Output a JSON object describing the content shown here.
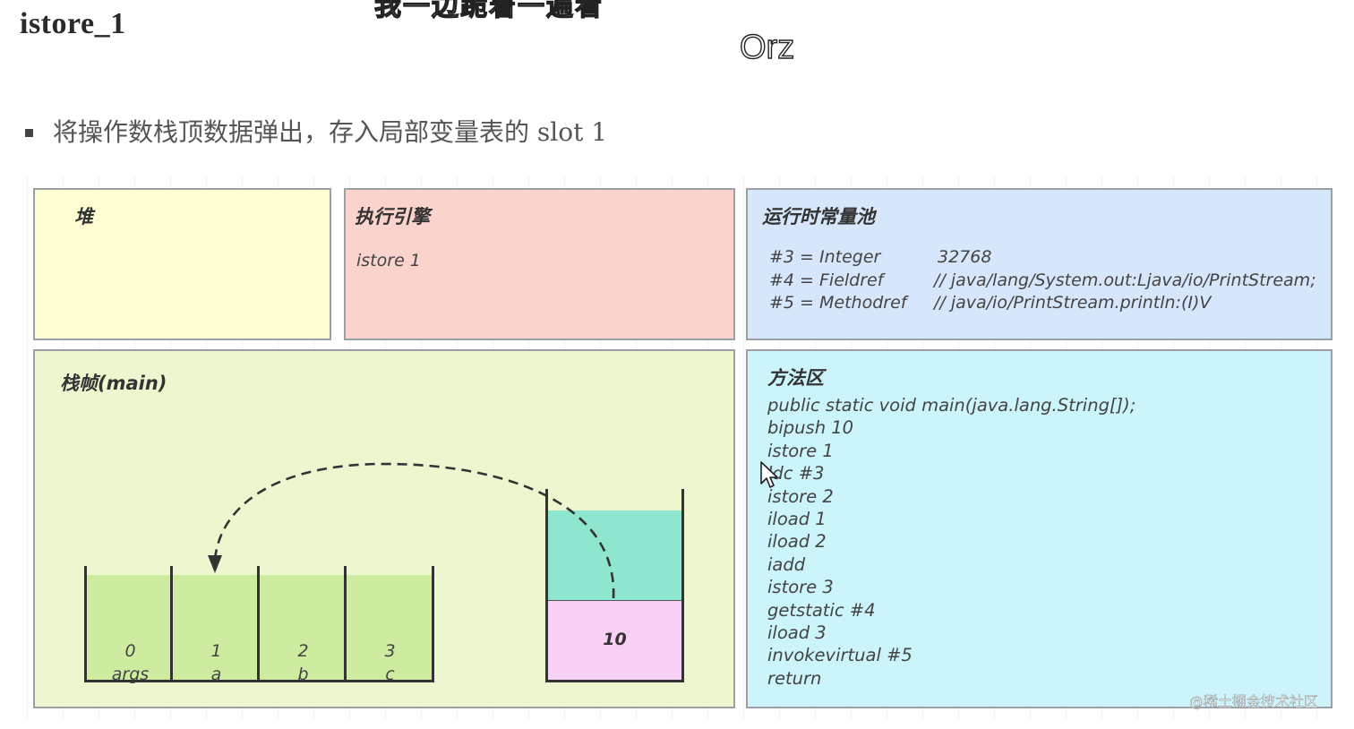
{
  "slide": {
    "title": "istore_1",
    "bullet": "将操作数栈顶数据弹出，存入局部变量表的 slot 1"
  },
  "overlay": {
    "comment_top": "我一边跪着一遍看",
    "comment_orz": "Orz"
  },
  "heap": {
    "title": "堆"
  },
  "engine": {
    "title": "执行引擎",
    "instruction": "istore 1"
  },
  "constant_pool": {
    "title": "运行时常量池",
    "entries": [
      {
        "key": "#3 = Integer",
        "value": "32768"
      },
      {
        "key": "#4 = Fieldref",
        "value": "// java/lang/System.out:Ljava/io/PrintStream;"
      },
      {
        "key": "#5 = Methodref",
        "value": "// java/io/PrintStream.println:(I)V"
      }
    ]
  },
  "stack_frame": {
    "title": "栈帧(main)",
    "local_vars": [
      {
        "index": "0",
        "name": "args"
      },
      {
        "index": "1",
        "name": "a"
      },
      {
        "index": "2",
        "name": "b"
      },
      {
        "index": "3",
        "name": "c"
      }
    ],
    "operand_stack_top": "10"
  },
  "method_area": {
    "title": "方法区",
    "code": [
      "public static void main(java.lang.String[]);",
      "bipush 10",
      "istore 1",
      "ldc #3",
      "istore 2",
      "iload 1",
      "iload 2",
      "iadd",
      "istore 3",
      "getstatic #4",
      "iload 3",
      "invokevirtual #5",
      "return"
    ]
  },
  "watermark": "@稀土掘金技术社区",
  "icons": {
    "cursor": "mouse-pointer-icon"
  }
}
